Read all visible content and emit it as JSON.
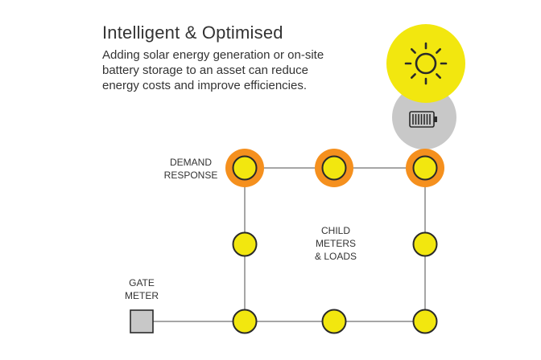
{
  "heading": {
    "title": "Intelligent & Optimised",
    "description_lines": [
      "Adding solar energy generation or on-site",
      "battery storage to an asset can reduce",
      "energy costs and improve efficiencies."
    ]
  },
  "labels": {
    "demand_response": [
      "DEMAND",
      "RESPONSE"
    ],
    "child_meters": [
      "CHILD",
      "METERS",
      "& LOADS"
    ],
    "gate_meter": [
      "GATE",
      "METER"
    ]
  },
  "icons": {
    "sun": "sun-icon",
    "battery": "battery-icon",
    "gate_meter": "gate-meter-square"
  },
  "colors": {
    "yellow": "#f2e70f",
    "orange": "#f5901e",
    "grey_disc": "#c8c8c8",
    "line": "#a6a6a6",
    "node_stroke": "#2a2a2a",
    "text": "#333333"
  }
}
